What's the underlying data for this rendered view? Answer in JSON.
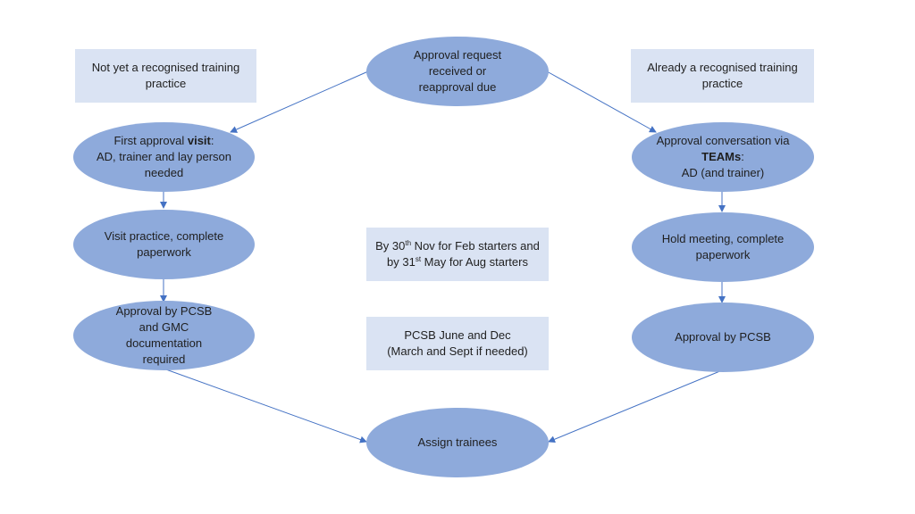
{
  "colors": {
    "node_fill": "#8eaadb",
    "note_fill": "#dae3f3",
    "arrow": "#4472c4"
  },
  "notes": {
    "left_header": "Not yet a recognised training practice",
    "right_header": "Already a recognised training practice",
    "deadline": {
      "prefix": "By 30",
      "sup1": "th",
      "middle": " Nov for Feb starters and by 31",
      "sup2": "st",
      "suffix": " May for Aug starters"
    },
    "pcsb_schedule": {
      "line1": "PCSB June and Dec",
      "line2": "(March and Sept if needed)"
    }
  },
  "nodes": {
    "start": "Approval request received or reapproval due",
    "left_visit": {
      "prefix": "First approval ",
      "bold": "visit",
      "colon": ":",
      "rest": "AD, trainer and lay person needed"
    },
    "left_visit_practice": "Visit practice, complete paperwork",
    "left_approval": "Approval by PCSB and GMC documentation required",
    "right_conversation": {
      "line1": "Approval conversation via",
      "bold": "TEAMs",
      "colon": ":",
      "rest": "AD (and trainer)"
    },
    "right_meeting": "Hold meeting, complete paperwork",
    "right_approval": "Approval by PCSB",
    "end": "Assign trainees"
  }
}
